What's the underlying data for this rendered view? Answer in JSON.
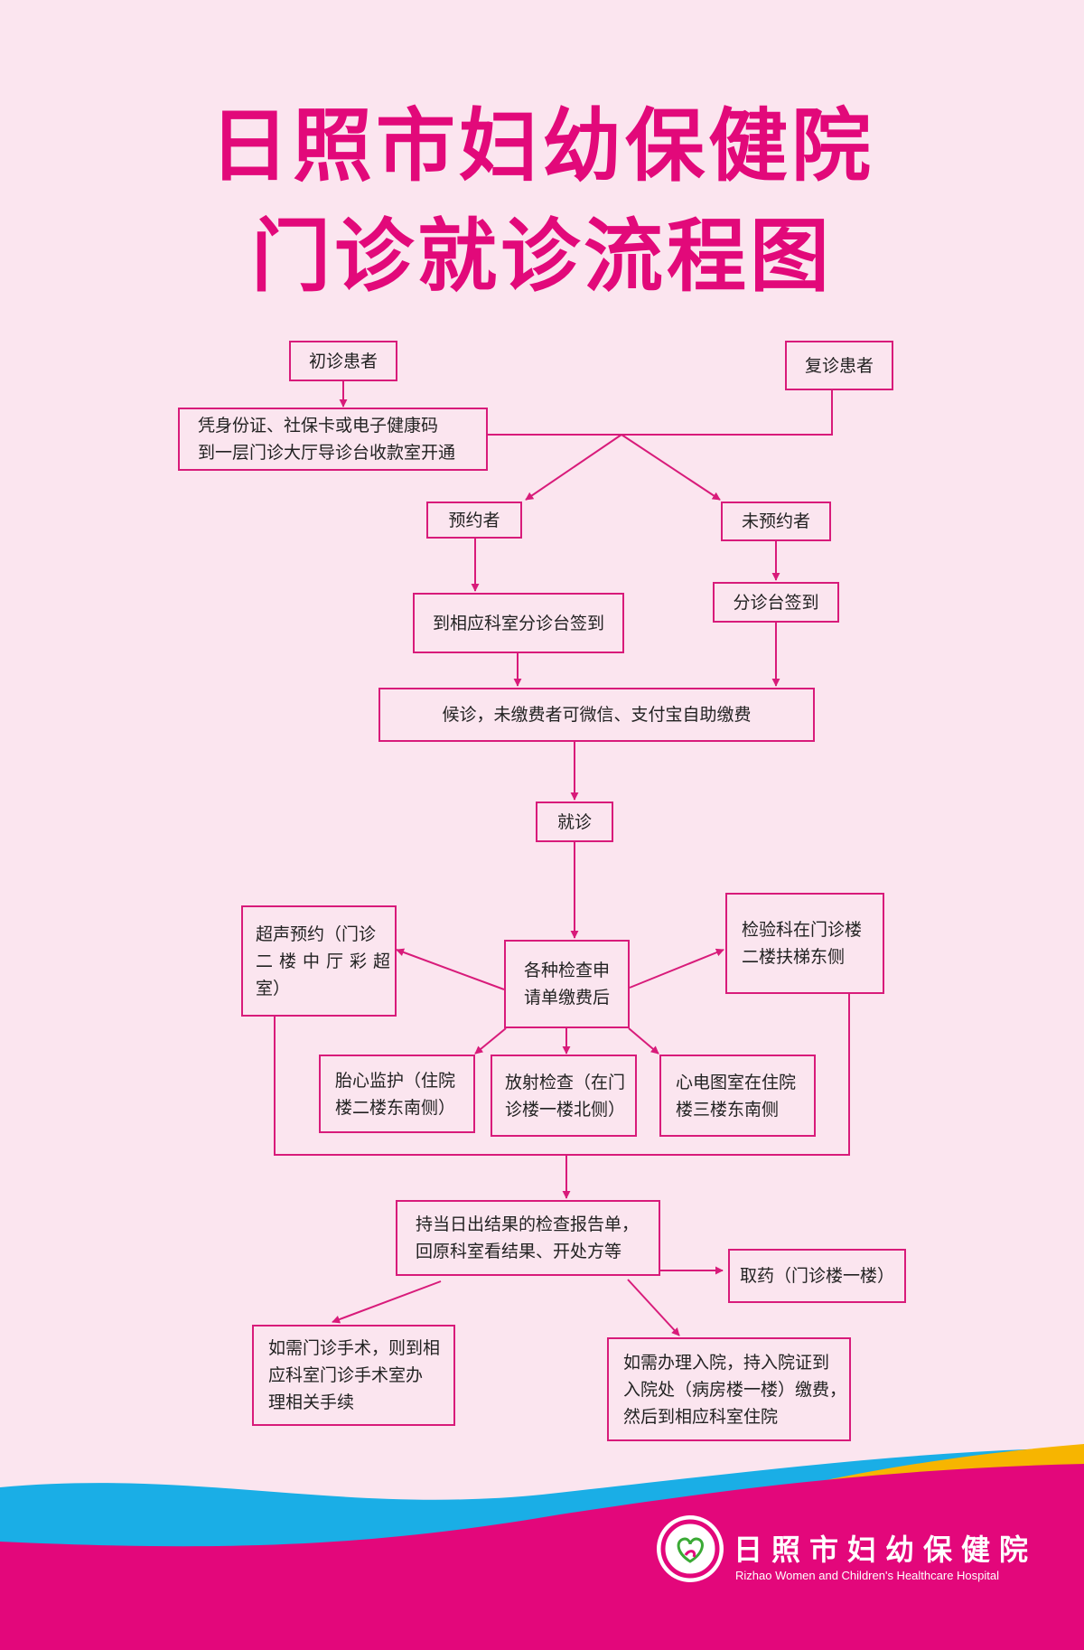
{
  "title": {
    "line1": "日照市妇幼保健院",
    "line2": "门诊就诊流程图"
  },
  "nodes": {
    "first_visit": "初诊患者",
    "return_visit": "复诊患者",
    "activate": [
      "凭身份证、社保卡或电子健康码",
      "到一层门诊大厅导诊台收款室开通"
    ],
    "appointment": "预约者",
    "no_appointment": "未预约者",
    "dept_checkin": "到相应科室分诊台签到",
    "triage_checkin": "分诊台签到",
    "waiting": "候诊，未缴费者可微信、支付宝自助缴费",
    "consult": "就诊",
    "ultrasound": [
      "超声预约（门诊",
      "二楼中厅彩超",
      "室）"
    ],
    "exam_pay": [
      "各种检查申",
      "请单缴费后"
    ],
    "lab": [
      "检验科在门诊楼",
      "二楼扶梯东侧"
    ],
    "fetal_monitor": [
      "胎心监护（住院",
      "楼二楼东南侧）"
    ],
    "radiology": [
      "放射检查（在门",
      "诊楼一楼北侧）"
    ],
    "ecg": [
      "心电图室在住院",
      "楼三楼东南侧"
    ],
    "report": [
      "持当日出结果的检查报告单，",
      "回原科室看结果、开处方等"
    ],
    "pharmacy": "取药（门诊楼一楼）",
    "surgery": [
      "如需门诊手术，则到相",
      "应科室门诊手术室办",
      "理相关手续"
    ],
    "admission": [
      "如需办理入院，持入院证到",
      "入院处（病房楼一楼）缴费，",
      "然后到相应科室住院"
    ]
  },
  "logo": {
    "name_cn": "日照市妇幼保健院",
    "name_en": "Rizhao Women and Children's Healthcare Hospital"
  },
  "colors": {
    "accent": "#e2097a",
    "line": "#d81b7a",
    "background": "#fbe5ef",
    "band_magenta": "#e3077b",
    "band_cyan": "#1aaee6",
    "band_yellow": "#f7b500"
  }
}
